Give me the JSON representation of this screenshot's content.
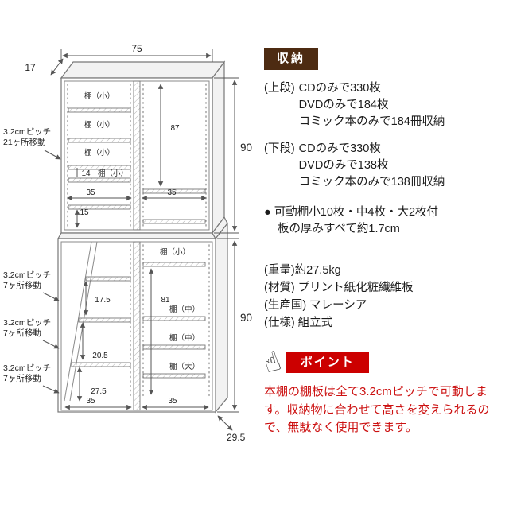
{
  "diagram": {
    "dimensions": {
      "top_width": "75",
      "top_depth": "17",
      "upper_height": "90",
      "lower_height": "90",
      "bottom_depth": "29.5"
    },
    "pitch_notes": {
      "upper": {
        "line1": "3.2cmピッチ",
        "line2": "21ヶ所移動"
      },
      "lower": {
        "line1": "3.2cmピッチ",
        "line2": "7ヶ所移動"
      }
    },
    "upper_section": {
      "shelf_small_1": "棚（小）",
      "shelf_small_2": "棚（小）",
      "shelf_small_3": "棚（小）",
      "gap_14": "14",
      "shelf_small_4": "棚（小）",
      "width_left": "35",
      "gap_15": "15",
      "height_87": "87",
      "width_right": "35"
    },
    "lower_section": {
      "shelf_small": "棚（小）",
      "depth_17_5": "17.5",
      "height_81": "81",
      "shelf_mid_1": "棚（中）",
      "shelf_mid_2": "棚（中）",
      "depth_20_5": "20.5",
      "shelf_large": "棚（大）",
      "depth_27_5": "27.5",
      "width_left": "35",
      "width_right": "35"
    }
  },
  "info": {
    "storage": {
      "header": "収納",
      "upper_label": "(上段)",
      "upper_lines": [
        "CDのみで330枚",
        "DVDのみで184枚",
        "コミック本のみで184冊収納"
      ],
      "lower_label": "(下段)",
      "lower_lines": [
        "CDのみで330枚",
        "DVDのみで138枚",
        "コミック本のみで138冊収納"
      ],
      "bullet": "●",
      "movable_line1": "可動棚小10枚・中4枚・大2枚付",
      "movable_line2": "板の厚みすべて約1.7cm"
    },
    "specs": {
      "weight": "(重量)約27.5kg",
      "material": "(材質) プリント紙化粧繊維板",
      "country": "(生産国) マレーシア",
      "assembly": "(仕様) 組立式"
    },
    "point": {
      "header": "ポイント",
      "hand_icon": "☝",
      "text": "本棚の棚板は全て3.2cmピッチで可動します。収納物に合わせて高さを変えられるので、無駄なく使用できます。"
    }
  }
}
